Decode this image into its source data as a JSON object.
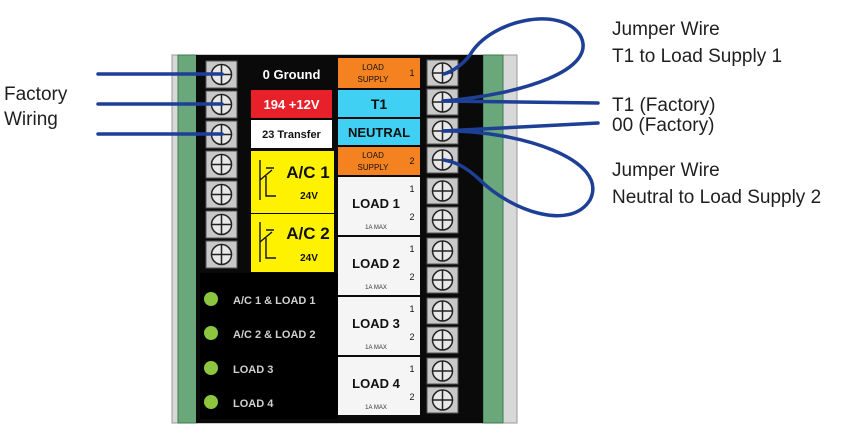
{
  "labels": {
    "factory_wiring": [
      "Factory",
      "Wiring"
    ],
    "jumper_t1": [
      "Jumper Wire",
      "T1 to Load Supply 1"
    ],
    "t1_factory": "T1 (Factory)",
    "zero_factory": "00 (Factory)",
    "jumper_neutral": [
      "Jumper Wire",
      "Neutral to Load Supply 2"
    ]
  },
  "terminals_left": [
    "0 Ground",
    "194 +12V",
    "23 Transfer"
  ],
  "ac_relays": [
    {
      "label": "A/C 1",
      "voltage": "24V"
    },
    {
      "label": "A/C 2",
      "voltage": "24V"
    }
  ],
  "right_strip": {
    "load_supply_1": {
      "line1": "LOAD",
      "line2": "SUPPLY",
      "num": "1"
    },
    "t1": "T1",
    "neutral": "NEUTRAL",
    "load_supply_2": {
      "line1": "LOAD",
      "line2": "SUPPLY",
      "num": "2"
    }
  },
  "loads": [
    {
      "label": "LOAD 1",
      "rating": "1A MAX",
      "t1": "1",
      "t2": "2"
    },
    {
      "label": "LOAD 2",
      "rating": "1A MAX",
      "t1": "1",
      "t2": "2"
    },
    {
      "label": "LOAD 3",
      "rating": "1A MAX",
      "t1": "1",
      "t2": "2"
    },
    {
      "label": "LOAD 4",
      "rating": "1A MAX",
      "t1": "1",
      "t2": "2"
    }
  ],
  "leds": [
    "A/C 1 & LOAD 1",
    "A/C 2 & LOAD 2",
    "LOAD 3",
    "LOAD 4"
  ],
  "colors": {
    "board_green": "#6aa87c",
    "housing": "#d8d8d8",
    "panel_black": "#0a0a0a",
    "red_label": "#e8202a",
    "cyan_label": "#3fd0f4",
    "orange_label": "#f58220",
    "yellow_relay": "#fff200",
    "led_green": "#8cc63f",
    "wire_blue": "#1e3f96"
  }
}
